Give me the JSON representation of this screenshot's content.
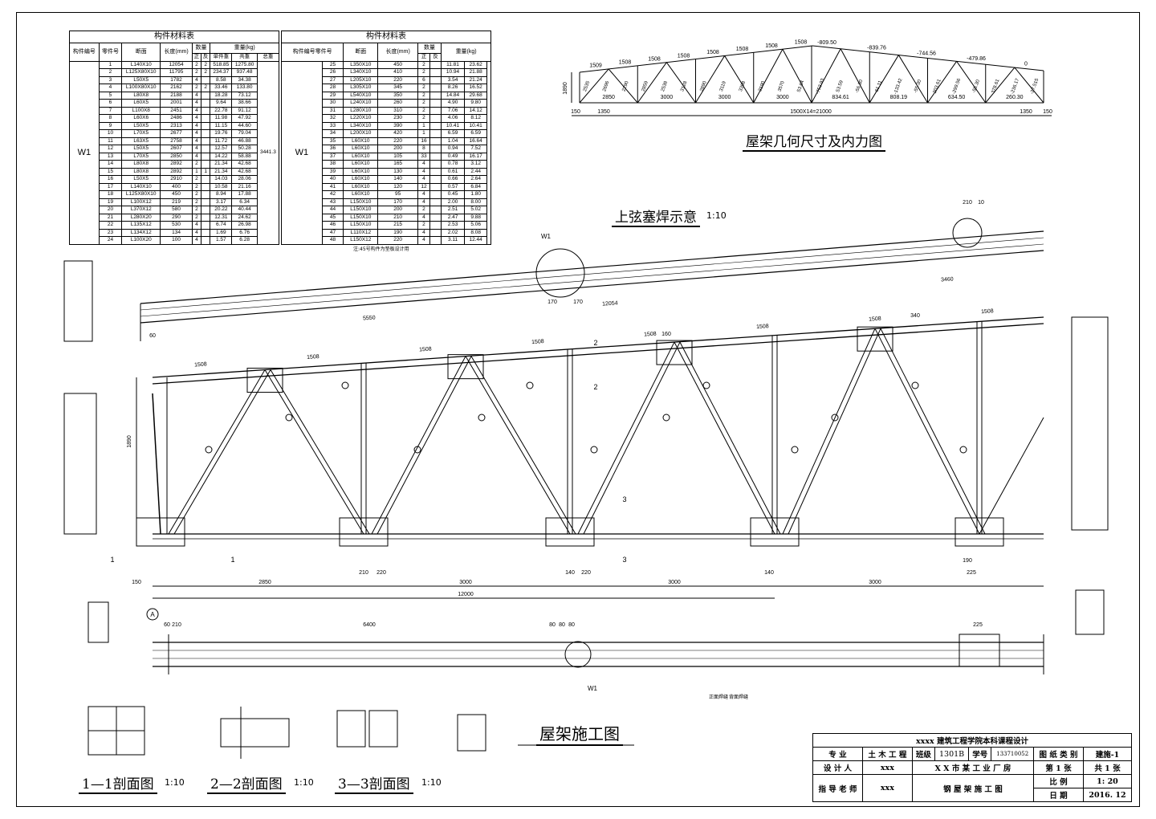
{
  "table_left": {
    "title": "构件材料表",
    "headers": {
      "member_no": "构件编号",
      "part_no": "零件号",
      "section": "断面",
      "length": "长度(mm)",
      "qty": "数量",
      "qty_front": "正",
      "qty_back": "反",
      "weight": "重量(kg)",
      "unit": "单件重",
      "total": "共重",
      "sum": "总重"
    },
    "group": "W1",
    "group_total": "3441.3",
    "rows": [
      [
        "1",
        "L140X10",
        "12054",
        "2",
        "2",
        "518.85",
        "1275.80"
      ],
      [
        "2",
        "L125X80X10",
        "11795",
        "2",
        "2",
        "234.37",
        "937.48"
      ],
      [
        "3",
        "L50X5",
        "1782",
        "4",
        "",
        "8.58",
        "34.38"
      ],
      [
        "4",
        "L100X80X10",
        "2162",
        "2",
        "2",
        "33.46",
        "133.80"
      ],
      [
        "5",
        "L80X8",
        "2188",
        "4",
        "",
        "18.28",
        "73.12"
      ],
      [
        "6",
        "L60X5",
        "2001",
        "4",
        "",
        "9.64",
        "38.66"
      ],
      [
        "7",
        "L100X8",
        "2451",
        "4",
        "",
        "22.78",
        "91.12"
      ],
      [
        "8",
        "L60X6",
        "2486",
        "4",
        "",
        "11.98",
        "47.92"
      ],
      [
        "9",
        "L50X5",
        "2313",
        "4",
        "",
        "11.15",
        "44.60"
      ],
      [
        "10",
        "L70X5",
        "2677",
        "4",
        "",
        "19.76",
        "79.04"
      ],
      [
        "11",
        "L63X5",
        "2758",
        "4",
        "",
        "11.72",
        "46.88"
      ],
      [
        "12",
        "L50X5",
        "2607",
        "4",
        "",
        "12.57",
        "50.28"
      ],
      [
        "13",
        "L70X5",
        "2850",
        "4",
        "",
        "14.22",
        "58.88"
      ],
      [
        "14",
        "L80X8",
        "2892",
        "2",
        "",
        "21.34",
        "42.68"
      ],
      [
        "15",
        "L80X8",
        "2892",
        "1",
        "1",
        "21.34",
        "42.68"
      ],
      [
        "16",
        "L50X5",
        "2910",
        "2",
        "",
        "14.03",
        "28.06"
      ],
      [
        "17",
        "L140X10",
        "400",
        "2",
        "",
        "10.58",
        "21.16"
      ],
      [
        "18",
        "L125X80X10",
        "450",
        "2",
        "",
        "8.94",
        "17.88"
      ],
      [
        "19",
        "L100X12",
        "219",
        "2",
        "",
        "3.17",
        "6.34"
      ],
      [
        "20",
        "L370X12",
        "580",
        "2",
        "",
        "20.22",
        "40.44"
      ],
      [
        "21",
        "L280X20",
        "290",
        "2",
        "",
        "12.31",
        "24.62"
      ],
      [
        "22",
        "L135X12",
        "530",
        "4",
        "",
        "6.74",
        "26.98"
      ],
      [
        "23",
        "L134X12",
        "134",
        "4",
        "",
        "1.69",
        "6.76"
      ],
      [
        "24",
        "L100X20",
        "100",
        "4",
        "",
        "1.57",
        "6.28"
      ]
    ]
  },
  "table_right": {
    "title": "构件材料表",
    "headers": {
      "member_part": "构件编号零件号",
      "section": "断面",
      "length": "长度(mm)",
      "qty": "数量",
      "qty_front": "正",
      "qty_back": "反",
      "weight": "重量(kg)"
    },
    "group": "W1",
    "rows": [
      [
        "25",
        "L350X10",
        "450",
        "2",
        "",
        "11.81",
        "23.62"
      ],
      [
        "26",
        "L340X10",
        "410",
        "2",
        "",
        "10.94",
        "21.88"
      ],
      [
        "27",
        "L205X10",
        "220",
        "6",
        "",
        "3.54",
        "21.24"
      ],
      [
        "28",
        "L305X10",
        "345",
        "2",
        "",
        "8.26",
        "16.52"
      ],
      [
        "29",
        "L540X10",
        "350",
        "2",
        "",
        "14.84",
        "29.68"
      ],
      [
        "30",
        "L240X10",
        "260",
        "2",
        "",
        "4.90",
        "9.80"
      ],
      [
        "31",
        "L280X10",
        "310",
        "2",
        "",
        "7.06",
        "14.12"
      ],
      [
        "32",
        "L220X10",
        "230",
        "2",
        "",
        "4.06",
        "8.12"
      ],
      [
        "33",
        "L340X10",
        "390",
        "1",
        "",
        "10.41",
        "10.41"
      ],
      [
        "34",
        "L200X10",
        "420",
        "1",
        "",
        "6.59",
        "6.59"
      ],
      [
        "35",
        "L60X10",
        "220",
        "16",
        "",
        "1.04",
        "16.64"
      ],
      [
        "36",
        "L60X10",
        "200",
        "8",
        "",
        "0.94",
        "7.52"
      ],
      [
        "37",
        "L60X10",
        "105",
        "33",
        "",
        "0.49",
        "16.17"
      ],
      [
        "38",
        "L60X10",
        "165",
        "4",
        "",
        "0.78",
        "3.12"
      ],
      [
        "39",
        "L60X10",
        "130",
        "4",
        "",
        "0.61",
        "2.44"
      ],
      [
        "40",
        "L60X10",
        "140",
        "4",
        "",
        "0.66",
        "2.64"
      ],
      [
        "41",
        "L60X10",
        "120",
        "12",
        "",
        "0.57",
        "6.84"
      ],
      [
        "42",
        "L60X10",
        "95",
        "4",
        "",
        "0.45",
        "1.80"
      ],
      [
        "43",
        "L150X10",
        "170",
        "4",
        "",
        "2.00",
        "8.00"
      ],
      [
        "44",
        "L150X10",
        "200",
        "2",
        "",
        "2.51",
        "5.02"
      ],
      [
        "45",
        "L150X10",
        "210",
        "4",
        "",
        "2.47",
        "9.88"
      ],
      [
        "46",
        "L150X10",
        "215",
        "2",
        "",
        "2.53",
        "5.06"
      ],
      [
        "47",
        "L110X12",
        "190",
        "4",
        "",
        "2.02",
        "8.08"
      ],
      [
        "48",
        "L150X12",
        "220",
        "4",
        "",
        "3.11",
        "12.44"
      ]
    ],
    "note": "注:45号构件为垫板设计用"
  },
  "geometry_diagram": {
    "title": "屋架几何尺寸及内力图",
    "top_chord": [
      "1509",
      "1508",
      "1508",
      "1508",
      "1508",
      "1508",
      "1508",
      "1508"
    ],
    "top_forces": [
      "-809.50",
      "-839.76",
      "-744.56",
      "-479.86",
      "0"
    ],
    "bottom_chord": [
      "2850",
      "3000",
      "3000",
      "3000",
      "834.61",
      "808.19",
      "634.50",
      "260.30"
    ],
    "web_labels": [
      "2535",
      "2696",
      "2290",
      "2859",
      "2538",
      "3128",
      "2890",
      "3119",
      "3398",
      "3190",
      "3570",
      "53.64",
      "-753.93",
      "53.59",
      "-56.30",
      "61.11",
      "-133.42",
      "-55.30",
      "203.61",
      "-299.56",
      "-55.30",
      "378.61",
      "-236.17",
      "-27.515"
    ],
    "height": "1890",
    "dims": [
      "150",
      "1350",
      "1500X14=21000",
      "1350",
      "150"
    ]
  },
  "weld_detail": {
    "title": "上弦塞焊示意",
    "scale": "1:10",
    "callout": "W1",
    "dims": [
      "5550",
      "12054",
      "3460",
      "340",
      "60",
      "170",
      "170",
      "210",
      "10"
    ]
  },
  "main_truss": {
    "title": "屋架施工图",
    "top_dims": [
      "1508",
      "1508",
      "1508",
      "1508",
      "1508",
      "1508",
      "1508",
      "1508"
    ],
    "bottom_dims": [
      "150",
      "2850",
      "3000",
      "3000",
      "3000"
    ],
    "overall": "12000",
    "height_dim": "1890",
    "axis": "A",
    "plate_dims": [
      "210",
      "220",
      "140",
      "220",
      "140",
      "160",
      "225",
      "190"
    ],
    "section_marks": [
      "1",
      "1",
      "2",
      "2",
      "3",
      "3"
    ]
  },
  "bottom_plan": {
    "dims": [
      "210",
      "60",
      "6400",
      "80",
      "80",
      "80",
      "225"
    ],
    "callout": "W1",
    "legend": [
      "正面焊缝",
      "背面焊缝"
    ]
  },
  "sections": [
    {
      "title": "1—1剖面图",
      "scale": "1:10"
    },
    {
      "title": "2—2剖面图",
      "scale": "1:10"
    },
    {
      "title": "3—3剖面图",
      "scale": "1:10"
    }
  ],
  "title_block": {
    "school": "xxxx 建筑工程学院本科课程设计",
    "major_label": "专 业",
    "major": "土 木 工 程",
    "class_label": "班级",
    "class": "1301B",
    "id_label": "学号",
    "id": "133710052",
    "type_label": "图 纸 类 别",
    "type": "建施-1",
    "designer_label": "设 计 人",
    "designer": "xxx",
    "project": "X X 市 某 工 业 厂 房",
    "sheet": "第 1 张",
    "total": "共 1 张",
    "advisor_label": "指 导 老 师",
    "advisor": "xxx",
    "drawing": "钢 屋 架 施 工 图",
    "scale_label": "比 例",
    "scale": "1: 20",
    "date_label": "日 期",
    "date": "2016. 12"
  }
}
